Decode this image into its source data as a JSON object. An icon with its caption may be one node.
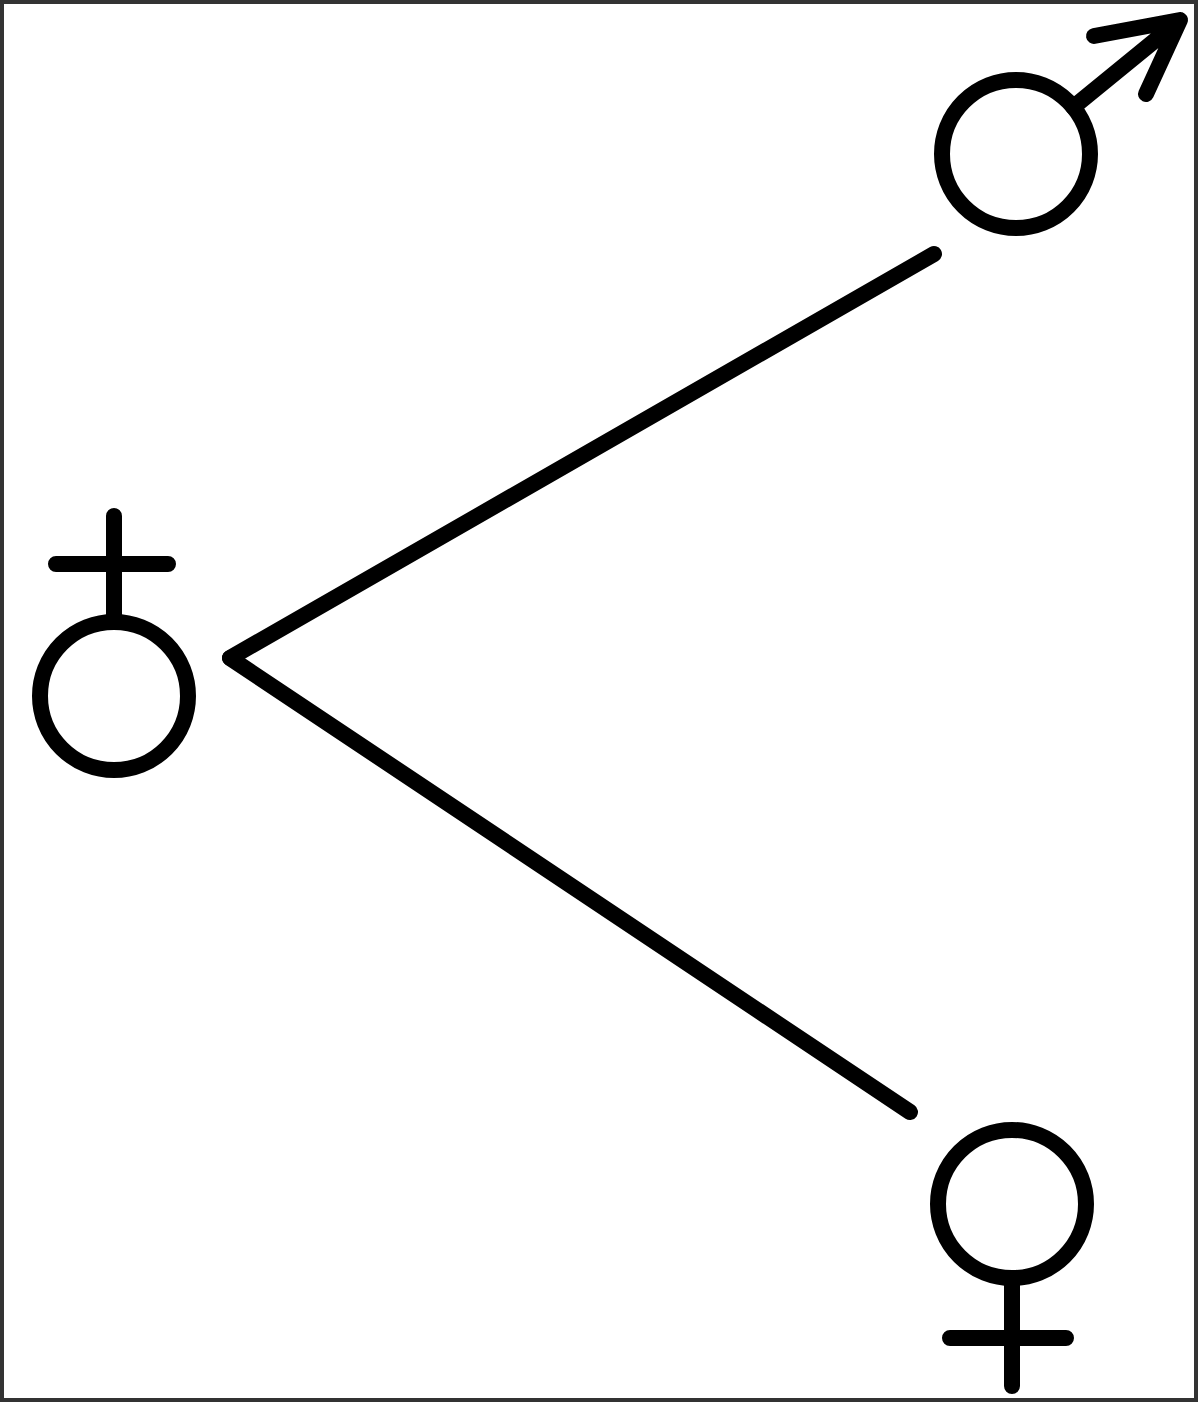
{
  "diagram": {
    "nodes": [
      {
        "text": [],
        "shape": "circle"
      },
      {
        "text": [],
        "shape": "circle"
      },
      {
        "text": [],
        "shape": "circle"
      }
    ],
    "edges": [
      {
        "from": 0,
        "to": 1,
        "arrow": "none"
      },
      {
        "from": 0,
        "to": 2,
        "arrow": "none"
      }
    ]
  }
}
